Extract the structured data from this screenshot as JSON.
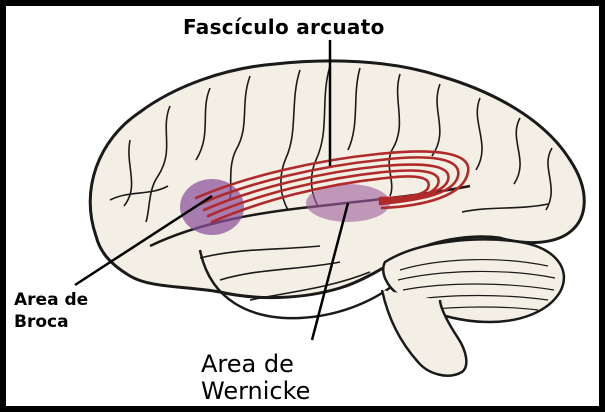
{
  "labels": {
    "fasciculo": "Fascículo arcuato",
    "broca_line1": "Area de",
    "broca_line2": "Broca",
    "wernicke_line1": "Area de",
    "wernicke_line2": "Wernicke"
  },
  "colors": {
    "frame": "#000000",
    "brain_fill": "#f4efe4",
    "brain_outline": "#1a1a1a",
    "broca_area": "#8a4f9a",
    "wernicke_area": "#a0609e",
    "fasciculus": "#b02a2a",
    "pointer_lines": "#000000"
  }
}
